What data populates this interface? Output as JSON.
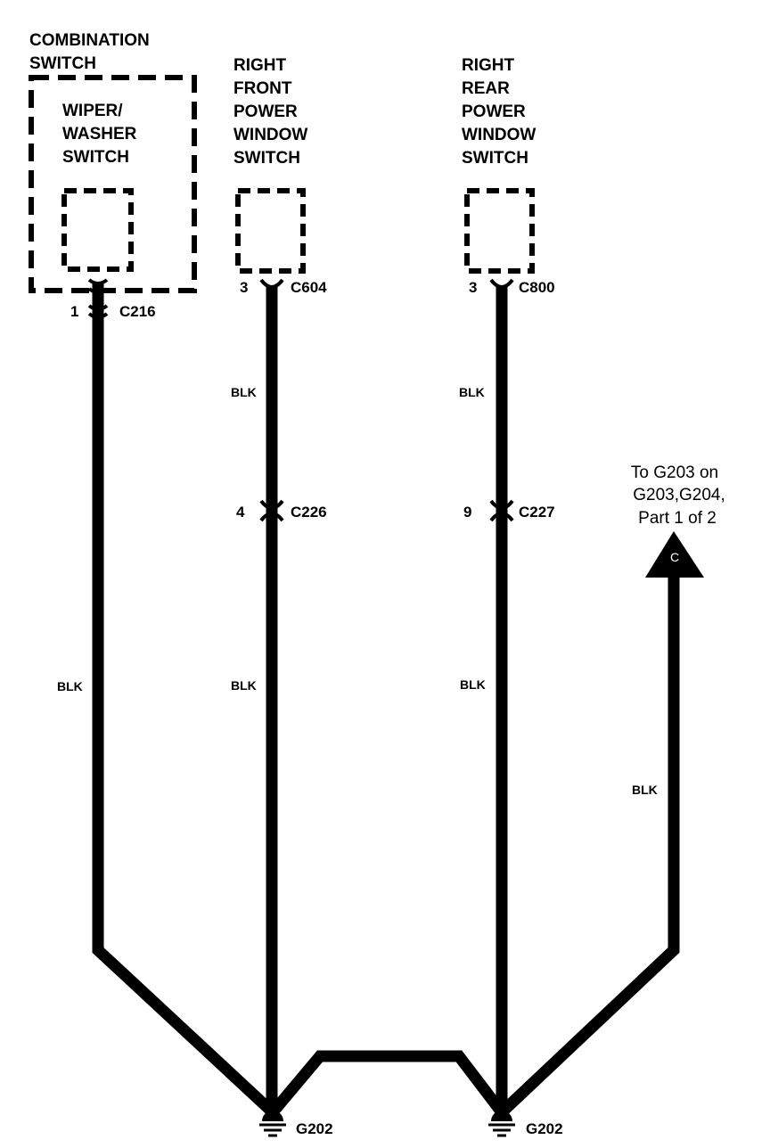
{
  "components": {
    "combination_switch": {
      "line1": "COMBINATION",
      "line2": "SWITCH"
    },
    "wiper_washer": {
      "line1": "WIPER/",
      "line2": "WASHER",
      "line3": "SWITCH"
    },
    "right_front": {
      "line1": "RIGHT",
      "line2": "FRONT",
      "line3": "POWER",
      "line4": "WINDOW",
      "line5": "SWITCH"
    },
    "right_rear": {
      "line1": "RIGHT",
      "line2": "REAR",
      "line3": "POWER",
      "line4": "WINDOW",
      "line5": "SWITCH"
    }
  },
  "connectors": {
    "c216": {
      "pin": "1",
      "name": "C216"
    },
    "c604": {
      "pin": "3",
      "name": "C604"
    },
    "c800": {
      "pin": "3",
      "name": "C800"
    },
    "c226": {
      "pin": "4",
      "name": "C226"
    },
    "c227": {
      "pin": "9",
      "name": "C227"
    }
  },
  "wire_color": "BLK",
  "offpage": {
    "line1": "To G203 on",
    "line2": "G203,G204,",
    "line3": "Part 1 of 2",
    "symbol": "C"
  },
  "grounds": {
    "left": "G202",
    "right": "G202"
  },
  "colors": {
    "wire": "#000000",
    "background": "#ffffff"
  }
}
